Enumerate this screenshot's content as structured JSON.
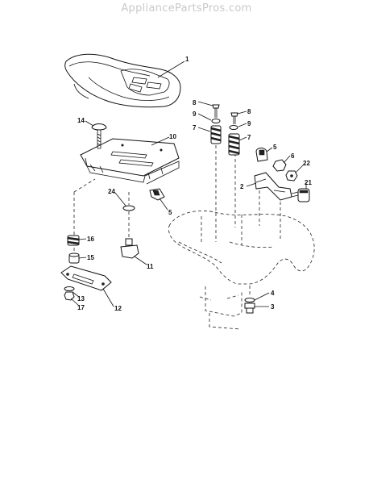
{
  "watermark": "AppliancePartsPros.com",
  "callouts": {
    "p1": "1",
    "p2": "2",
    "p3": "3",
    "p4": "4",
    "p5a": "5",
    "p5b": "5",
    "p6": "6",
    "p7a": "7",
    "p7b": "7",
    "p8a": "8",
    "p8b": "8",
    "p9a": "9",
    "p9b": "9",
    "p10": "10",
    "p11": "11",
    "p12": "12",
    "p13": "13",
    "p14": "14",
    "p15": "15",
    "p16": "16",
    "p17": "17",
    "p21": "21",
    "p22": "22",
    "p24": "24"
  }
}
